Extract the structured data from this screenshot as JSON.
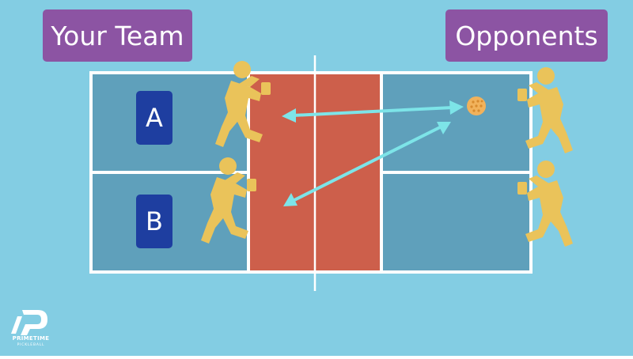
{
  "labels": {
    "your_team": "Your Team",
    "opponents": "Opponents"
  },
  "players": {
    "a": "A",
    "b": "B"
  },
  "logo": {
    "name": "PRIMETIME",
    "sub": "PICKLEBALL"
  },
  "colors": {
    "background": "#83cde3",
    "court": "#5fa0bb",
    "kitchen": "#cd5f4b",
    "lines": "#ffffff",
    "label_bg": "#8c54a3",
    "badge_bg": "#1e3ea0",
    "player": "#eac35a",
    "ball": "#f1b25b",
    "arrow": "#7de4e8"
  },
  "icons": [
    "player-figure-icon",
    "pickleball-icon",
    "primetime-logo-icon",
    "double-arrow-icon"
  ]
}
